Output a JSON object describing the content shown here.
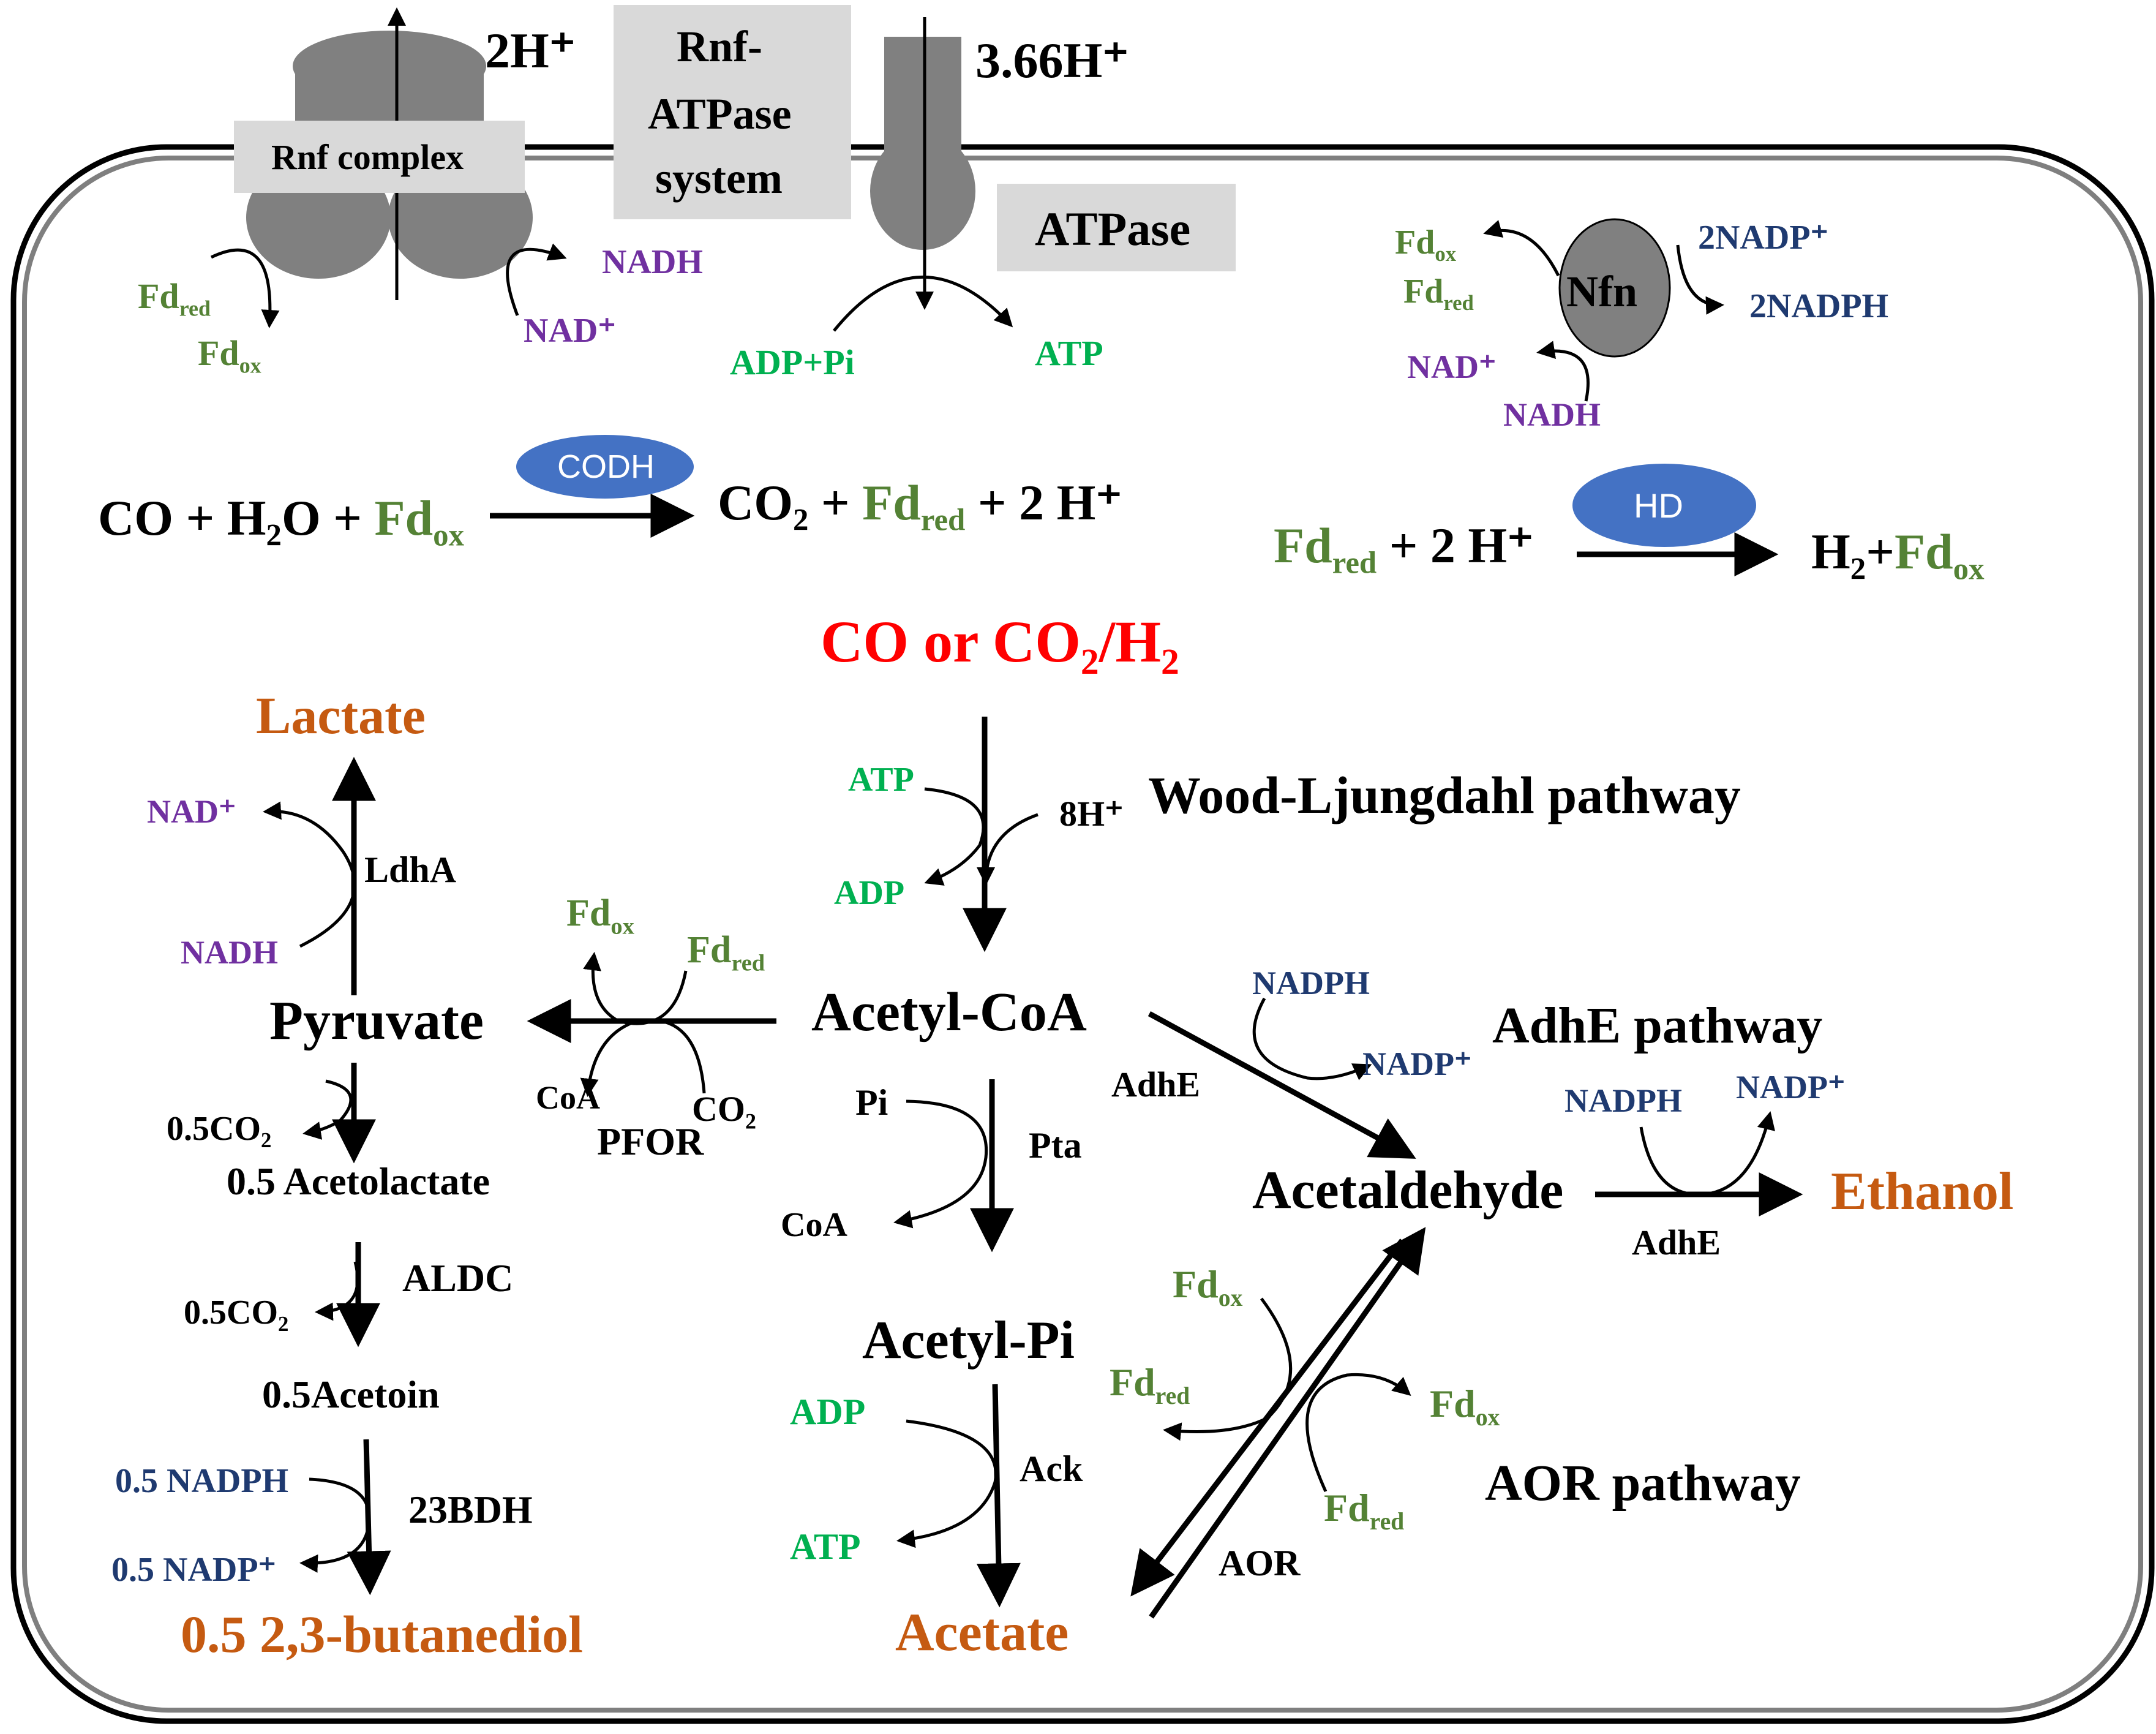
{
  "membrane": {
    "rnf_complex": "Rnf complex",
    "rnf_protons": "2H⁺",
    "system_label_line1": "Rnf-",
    "system_label_line2": "ATPase",
    "system_label_line3": "system",
    "atpase": "ATPase",
    "atpase_protons": "3.66H⁺",
    "adp_pi": "ADP+Pi",
    "atp": "ATP",
    "rnf_fd_red": "Fd",
    "rnf_fd_red_sub": "red",
    "rnf_fd_ox": "Fd",
    "rnf_fd_ox_sub": "ox",
    "rnf_nadh": "NADH",
    "rnf_nad": "NAD⁺"
  },
  "nfn": {
    "label": "Nfn",
    "fd_ox": "Fd",
    "fd_ox_sub": "ox",
    "fd_red": "Fd",
    "fd_red_sub": "red",
    "nadp": "2NADP⁺",
    "nadph": "2NADPH",
    "nad": "NAD⁺",
    "nadh": "NADH"
  },
  "codh": {
    "enzyme": "CODH",
    "left_co": "CO + H",
    "left_h2o_sub": "2",
    "left_o": "O + ",
    "left_fd": "Fd",
    "left_fd_sub": "ox",
    "right_co2": "CO",
    "right_co2_sub": "2",
    "right_plus": " + ",
    "right_fd": "Fd",
    "right_fd_sub": "red",
    "right_tail": " + 2 H⁺"
  },
  "hd": {
    "enzyme": "HD",
    "left_fd": "Fd",
    "left_fd_sub": "red",
    "left_tail": " + 2 H⁺",
    "right_h": "H",
    "right_h_sub": "2",
    "right_plus": "+",
    "right_fd": "Fd",
    "right_fd_sub": "ox"
  },
  "substrate": {
    "a": "CO or CO",
    "a_sub": "2",
    "b": "/H",
    "b_sub": "2"
  },
  "wl": {
    "pathway": "Wood-Ljungdahl pathway",
    "atp": "ATP",
    "adp": "ADP",
    "protons": "8H⁺"
  },
  "metabolites": {
    "acetyl_coa": "Acetyl-CoA",
    "pyruvate": "Pyruvate",
    "lactate": "Lactate",
    "acetolactate": "0.5 Acetolactate",
    "acetoin": "0.5Acetoin",
    "butanediol": "0.5 2,3-butanediol",
    "acetyl_pi": "Acetyl-Pi",
    "acetate": "Acetate",
    "acetaldehyde": "Acetaldehyde",
    "ethanol": "Ethanol"
  },
  "lactate_branch": {
    "enzyme": "LdhA",
    "nad": "NAD⁺",
    "nadh": "NADH"
  },
  "pfor": {
    "enzyme": "PFOR",
    "fd_ox": "Fd",
    "fd_ox_sub": "ox",
    "fd_red": "Fd",
    "fd_red_sub": "red",
    "coa": "CoA",
    "co2": "CO",
    "co2_sub": "2"
  },
  "butanediol_branch": {
    "co2_1": "0.5CO",
    "co2_1_sub": "2",
    "aldc": "ALDC",
    "co2_2": "0.5CO",
    "co2_2_sub": "2",
    "enzyme_23bdh": "23BDH",
    "nadph": "0.5 NADPH",
    "nadp": "0.5 NADP⁺"
  },
  "acetate_branch": {
    "pi": "Pi",
    "pta": "Pta",
    "coa": "CoA",
    "adp": "ADP",
    "atp": "ATP",
    "ack": "Ack"
  },
  "adhe": {
    "pathway": "AdhE pathway",
    "enzyme": "AdhE",
    "nadph": "NADPH",
    "nadp": "NADP⁺",
    "enzyme2": "AdhE",
    "nadph2": "NADPH",
    "nadp2": "NADP⁺"
  },
  "aor": {
    "pathway": "AOR pathway",
    "enzyme": "AOR",
    "fd_ox_1": "Fd",
    "fd_ox_1_sub": "ox",
    "fd_red_1": "Fd",
    "fd_red_1_sub": "red",
    "fd_ox_2": "Fd",
    "fd_ox_2_sub": "ox",
    "fd_red_2": "Fd",
    "fd_red_2_sub": "red"
  },
  "colors": {
    "ferredoxin": "#548235",
    "atp_adp": "#00b050",
    "nad": "#7030a0",
    "nadp": "#1f3a70",
    "product": "#c55a11",
    "substrate": "#ff0000",
    "enzyme_ellipse": "#4472c4",
    "membrane_protein": "#808080"
  }
}
